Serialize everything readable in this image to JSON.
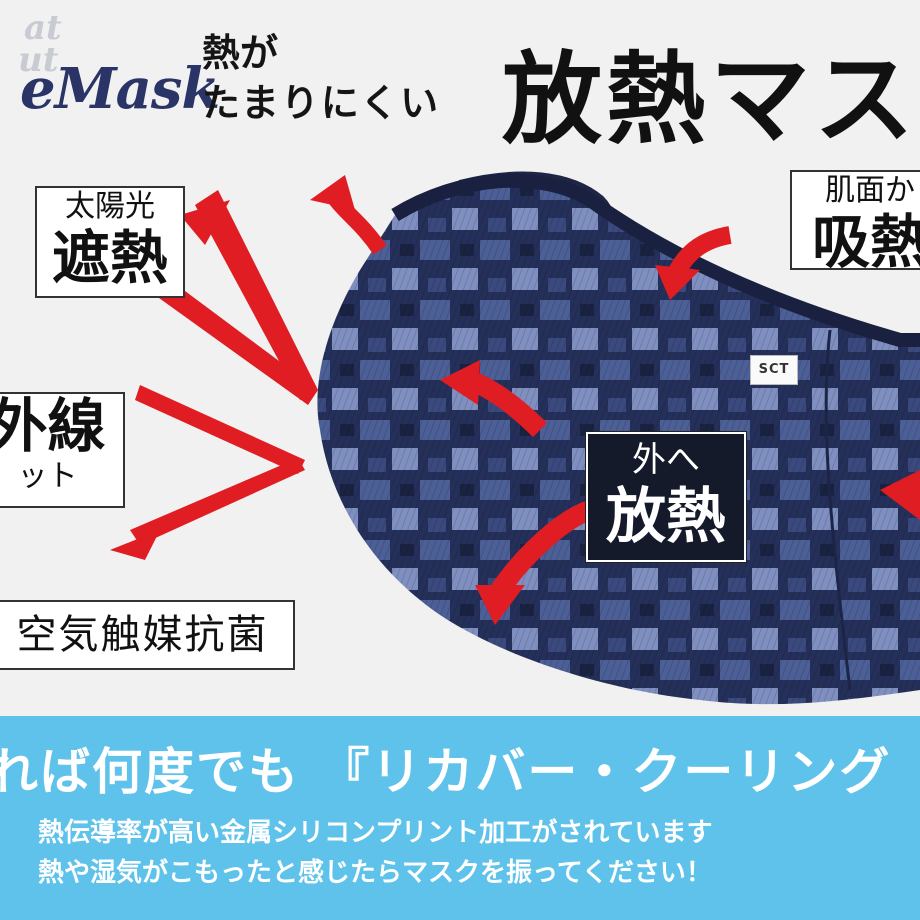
{
  "logo": {
    "line1": "at",
    "line2": "ut",
    "line3": "eMask"
  },
  "header": {
    "sub_line1": "熱が",
    "sub_line2": "たまりにくい",
    "headline": "放熱マス"
  },
  "callouts": {
    "sun": {
      "small": "太陽光",
      "big": "遮熱"
    },
    "skin": {
      "small": "肌面か",
      "big": "吸熱"
    },
    "uv": {
      "big": "外線",
      "small": "ット"
    },
    "air": {
      "small": "空気触媒抗菌"
    },
    "center": {
      "small": "外へ",
      "big": "放熱"
    }
  },
  "mask": {
    "tag": "SCT"
  },
  "band": {
    "title": "れば何度でも 『リカバー・クーリング",
    "line1": "熱伝導率が高い金属シリコンプリント加工がされています",
    "line2": "熱や湿気がこもったと感じたらマスクを振ってください！"
  },
  "colors": {
    "arrow": "#e01d22",
    "band": "#5ec2ea",
    "mask_dark": "#1d2540",
    "mask_mid": "#4a5d92",
    "mask_light": "#8796c4"
  }
}
